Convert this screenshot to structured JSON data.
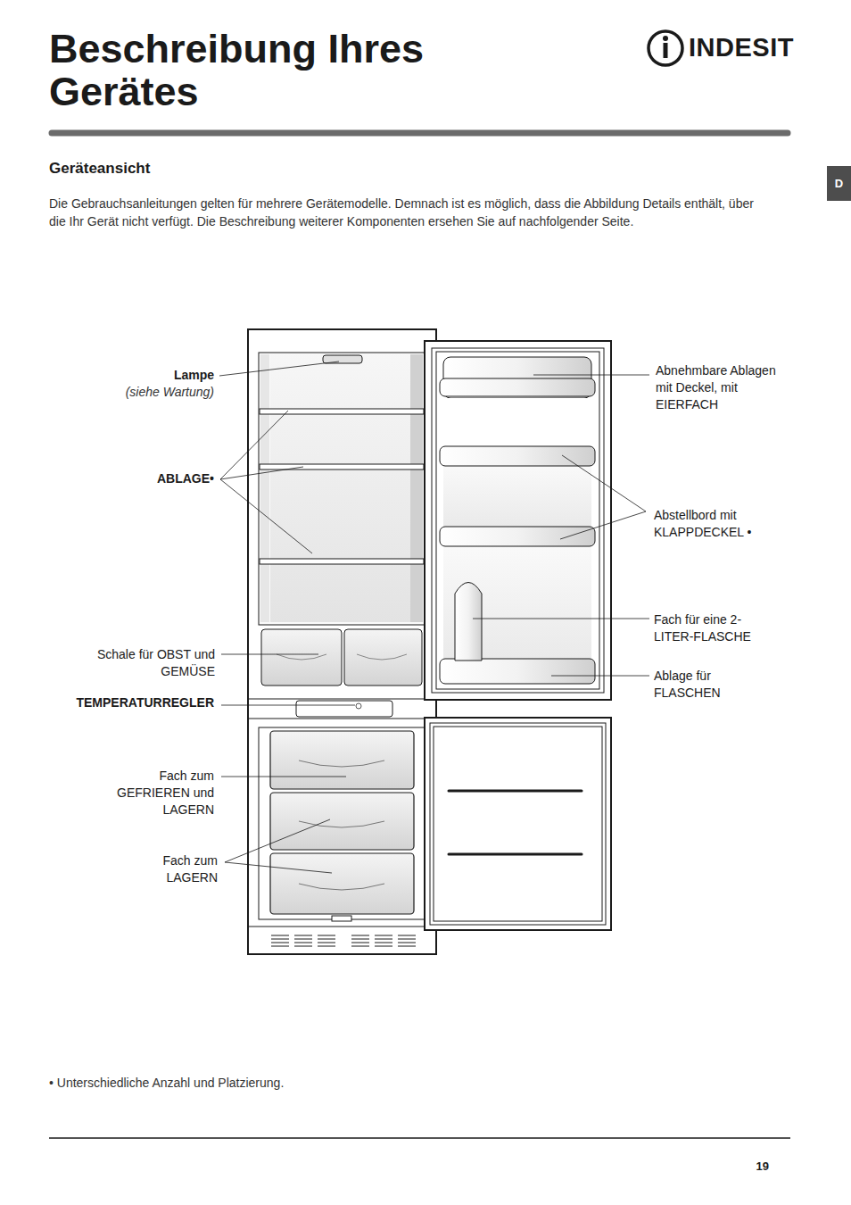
{
  "diagram": {
    "title": "Beschreibung Ihres Gerätes",
    "nodes": [
      {
        "text": [
          "D"
        ]
      }
    ],
    "labels": [
      "INDESIT",
      "Geräteansicht",
      "Die Gebrauchsanleitungen gelten für mehrere Gerätemodelle. Demnach ist es möglich, dass die Abbildung Details enthält, über die Ihr Gerät nicht verfügt. Die Beschreibung weiterer Komponenten ersehen Sie auf nachfolgender Seite.",
      "Lampe",
      "(siehe Wartung)",
      "ABLAGE•",
      "Schale für OBST und GEMÜSE",
      "TEMPERATURREGLER",
      "Fach zum GEFRIEREN und LAGERN",
      "Fach zum LAGERN",
      "Abnehmbare Ablagen mit Deckel, mit EIERFACH",
      "Abstellbord mit KLAPPDECKEL •",
      "Fach für eine 2-LITER-FLASCHE",
      "Ablage für FLASCHEN",
      "• Unterschiedliche Anzahl und Platzierung.",
      "19"
    ]
  }
}
